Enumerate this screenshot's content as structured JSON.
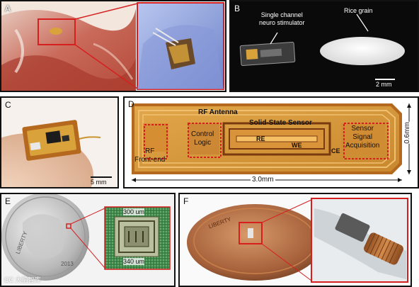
{
  "panels": {
    "a": {
      "label": "A"
    },
    "b": {
      "label": "B",
      "stim_label_1": "Single channel",
      "stim_label_2": "neuro stimulator",
      "rice_label": "Rice grain",
      "scale": "2 mm"
    },
    "c": {
      "label": "C",
      "scale": "5 mm"
    },
    "d": {
      "label": "D",
      "rf_antenna": "RF Antenna",
      "sensor": "Solid-State Sensor",
      "control_1": "Control",
      "control_2": "Logic",
      "rf_1": "RF",
      "rf_2": "Front-end",
      "re": "RE",
      "we": "WE",
      "ce": "CE",
      "ss_1": "Sensor",
      "ss_2": "Signal",
      "ss_3": "Acquisition",
      "width_dim": "3.0mm",
      "height_dim": "0.6mm"
    },
    "e": {
      "label": "E",
      "dim_top": "300 um",
      "dim_bottom": "340 um",
      "coin_text_1": "LIBERTY",
      "coin_text_2": "2013",
      "watermark": "CC 大脑智库"
    },
    "f": {
      "label": "F",
      "coin_text": "LIBERTY"
    }
  },
  "colors": {
    "border": "#111111",
    "callout": "#d62020",
    "chip_gold": "#d9a23a",
    "chip_copper": "#b5691f"
  }
}
